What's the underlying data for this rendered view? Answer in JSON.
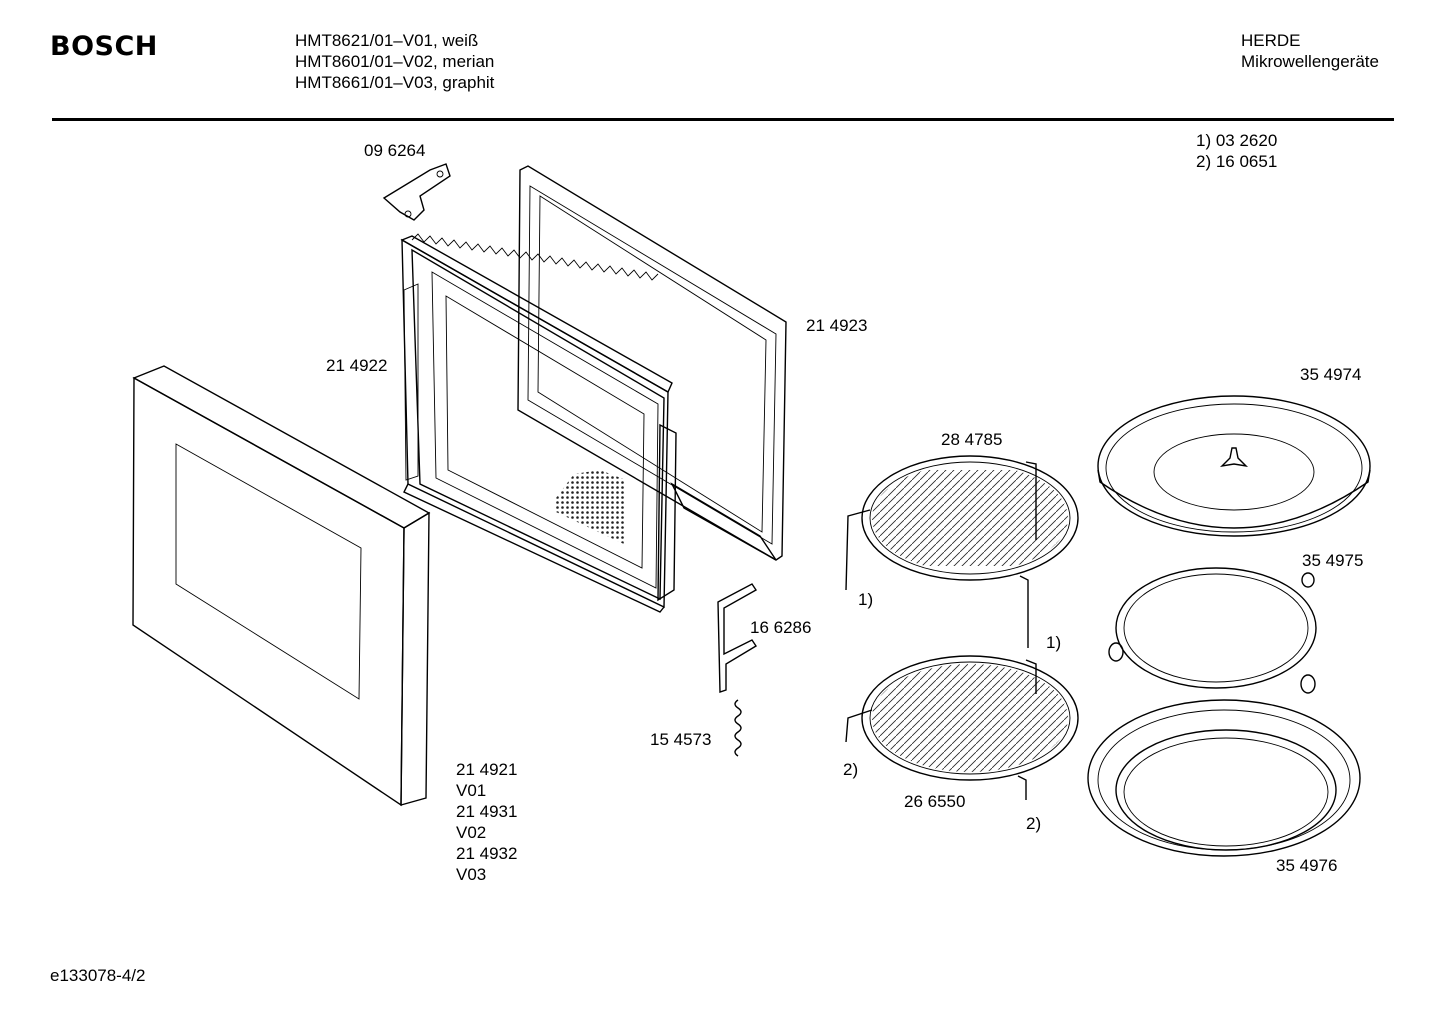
{
  "header": {
    "brand": "BOSCH",
    "models": [
      "HMT8621/01–V01, weiß",
      "HMT8601/01–V02, merian",
      "HMT8661/01–V03, graphit"
    ],
    "category": [
      "HERDE",
      "Mikrowellengeräte"
    ]
  },
  "notes": [
    "1) 03 2620",
    "2) 16 0651"
  ],
  "parts": {
    "hinge": "09 6264",
    "inner_door": "21 4922",
    "door_seal_frame": "21 4923",
    "latch": "16 6286",
    "spring": "15 4573",
    "grill_rack_upper": "28 4785",
    "grill_rack_lower": "26 6550",
    "turntable_plate": "35 4974",
    "roller_ring": "35 4975",
    "turntable_base": "35 4976"
  },
  "rack_markers": {
    "upper_left": "1)",
    "upper_right": "1)",
    "lower_left": "2)",
    "lower_right": "2)"
  },
  "door_variants": [
    "21 4921",
    "V01",
    "21 4931",
    "V02",
    "21 4932",
    "V03"
  ],
  "footer": {
    "doc_id": "e133078-4/2"
  }
}
